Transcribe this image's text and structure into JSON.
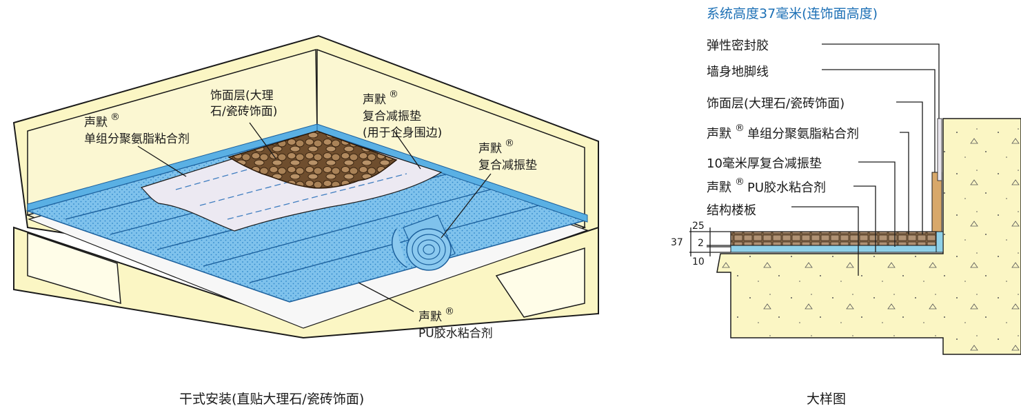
{
  "left": {
    "caption": "干式安装(直贴大理石/瓷砖饰面)",
    "labels": {
      "finish": [
        "饰面层(大理",
        "石/瓷砖饰面)"
      ],
      "adhesive_top": "声默",
      "adhesive_bottom": "单组分聚氨脂粘合剂",
      "pad_edge": [
        "声默",
        "复合减振垫",
        "(用于企身围边)"
      ],
      "pad_roll": [
        "声默",
        "复合减振垫"
      ],
      "pu_glue": [
        "声默",
        "PU胶水粘合剂"
      ],
      "registered": "®"
    }
  },
  "right": {
    "title": "系统高度37毫米(连饰面高度)",
    "caption": "大样图",
    "labels": [
      "弹性密封胶",
      "墙身地脚线",
      "饰面层(大理石/瓷砖饰面)",
      "单组分聚氨脂粘合剂",
      "10毫米厚复合减振垫",
      "PU胶水粘合剂",
      "结构楼板"
    ],
    "brand": "声默",
    "registered": "®",
    "dims": {
      "total": "37",
      "top": "25",
      "mid": "2",
      "bottom": "10"
    }
  }
}
